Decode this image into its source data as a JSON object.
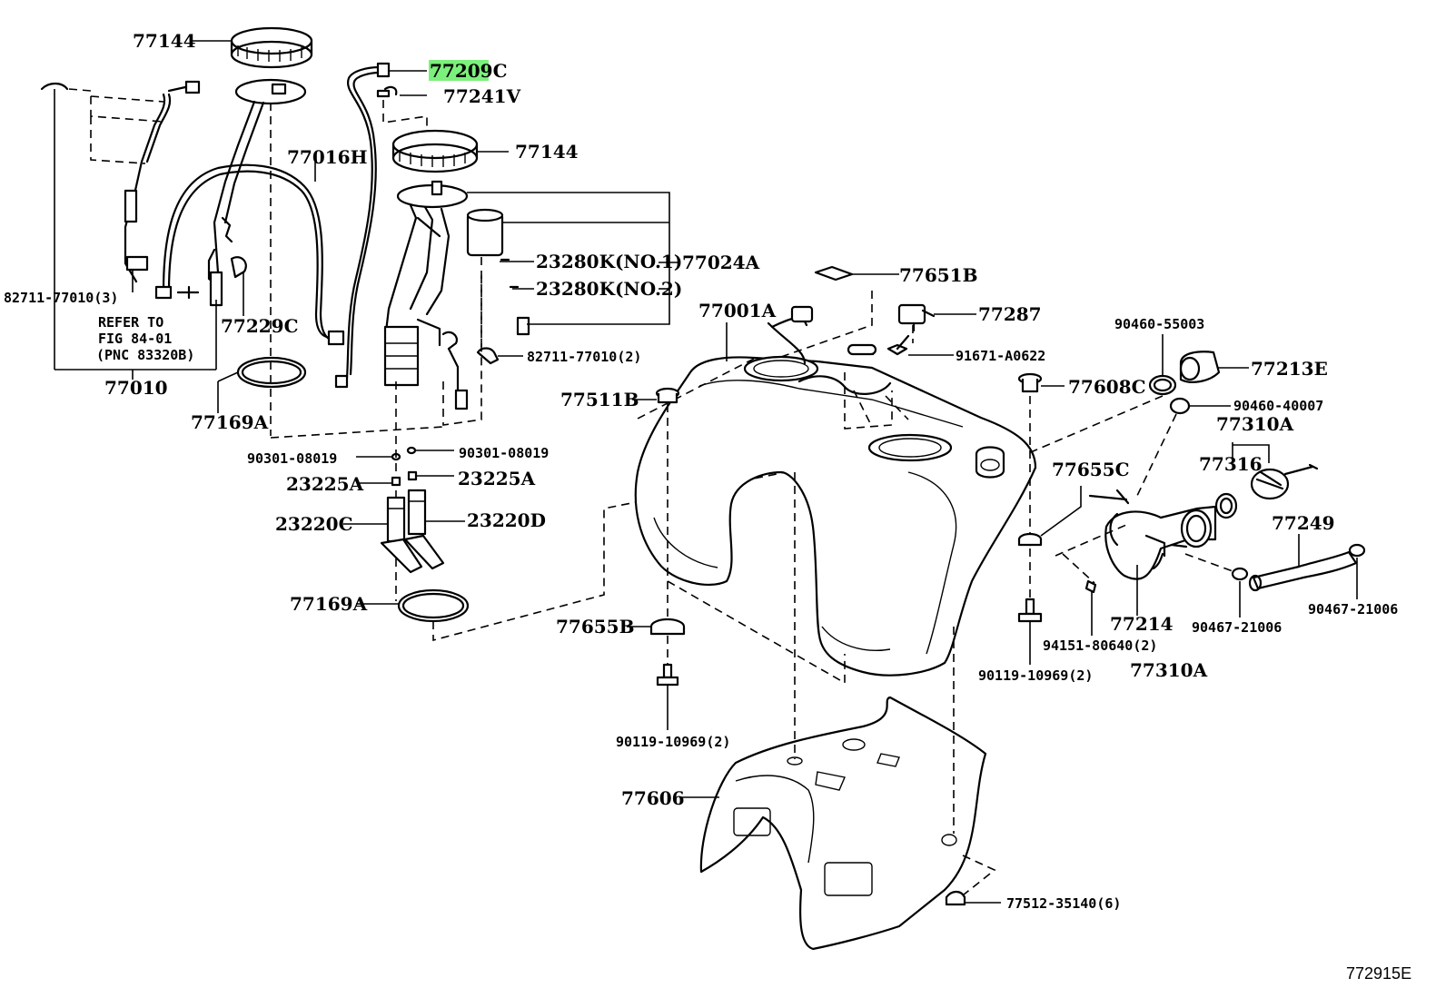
{
  "diagram": {
    "id_code": "772915E",
    "highlight_color": "#7cf07c",
    "labels": {
      "p77144_top": "77144",
      "p77209c": "77209C",
      "p77241v": "77241V",
      "p77144_mid": "77144",
      "p77016h": "77016H",
      "p82711_left": "82711-77010(3)",
      "refer_line1": "REFER TO",
      "refer_line2": "FIG 84-01",
      "refer_line3": "(PNC 83320B)",
      "p77010": "77010",
      "p77229c": "77229C",
      "p77169a_top": "77169A",
      "p23280k_1": "23280K(NO.1)",
      "p23280k_2": "23280K(NO.2)",
      "p77024a": "77024A",
      "p82711_mid": "82711-77010(2)",
      "p90301_left": "90301-08019",
      "p90301_right": "90301-08019",
      "p23225a_left": "23225A",
      "p23225a_right": "23225A",
      "p23220c": "23220C",
      "p23220d": "23220D",
      "p77169a_bot": "77169A",
      "p77651b": "77651B",
      "p77001a": "77001A",
      "p77287": "77287",
      "p91671": "91671-A0622",
      "p77511b": "77511B",
      "p77655b": "77655B",
      "p90119_left": "90119-10969(2)",
      "p77606": "77606",
      "p90460_55003": "90460-55003",
      "p77213e": "77213E",
      "p77608c": "77608C",
      "p90460_40007": "90460-40007",
      "p77310a_top": "77310A",
      "p77316": "77316",
      "p77655c": "77655C",
      "p77249": "77249",
      "p77214": "77214",
      "p94151": "94151-80640(2)",
      "p90467_mid": "90467-21006",
      "p90467_right": "90467-21006",
      "p90119_right": "90119-10969(2)",
      "p77310a_bot": "77310A",
      "p77512": "77512-35140(6)"
    }
  }
}
